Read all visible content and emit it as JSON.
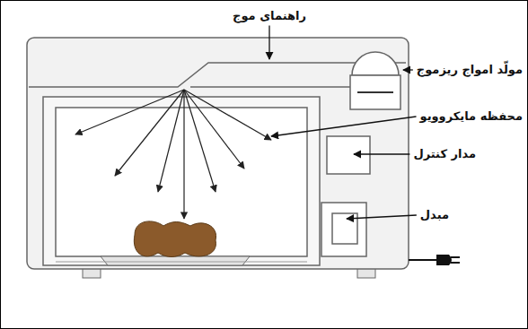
{
  "diagram": {
    "labels": [
      "راهنمای موج",
      "مولّد امواج ریزموج",
      "محفظه مایکروویو",
      "مدار کنترل",
      "مبدل"
    ]
  }
}
